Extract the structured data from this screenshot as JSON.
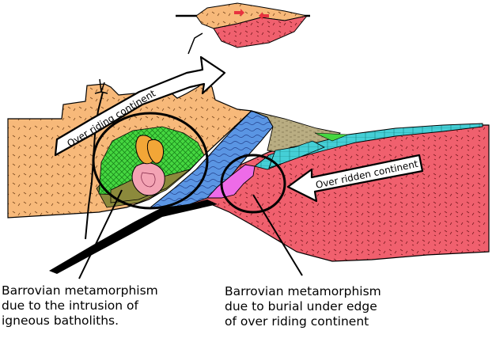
{
  "arrows": {
    "over_riding": "Over riding continent",
    "over_ridden": "Over ridden continent"
  },
  "labels": {
    "batholith": [
      "Barrovian metamorphism",
      "due to the intrusion of",
      "igneous batholiths."
    ],
    "burial": [
      "Barrovian metamorphism",
      "due to burial under edge",
      "of over riding continent"
    ]
  },
  "colors": {
    "continent_tan": "#f7b97a",
    "continent_red": "#f0606e",
    "green_zone": "#45d640",
    "olive": "#8c8a3c",
    "blue": "#5a95e3",
    "cyan": "#45cfd6",
    "khaki": "#b9ad82",
    "magenta": "#ee6be8",
    "pink": "#f3a3b4",
    "orange": "#f2a637"
  },
  "icons": [
    "arrow-over-riding-icon",
    "arrow-over-ridden-icon",
    "ellipse-batholith-icon",
    "ellipse-burial-icon"
  ]
}
